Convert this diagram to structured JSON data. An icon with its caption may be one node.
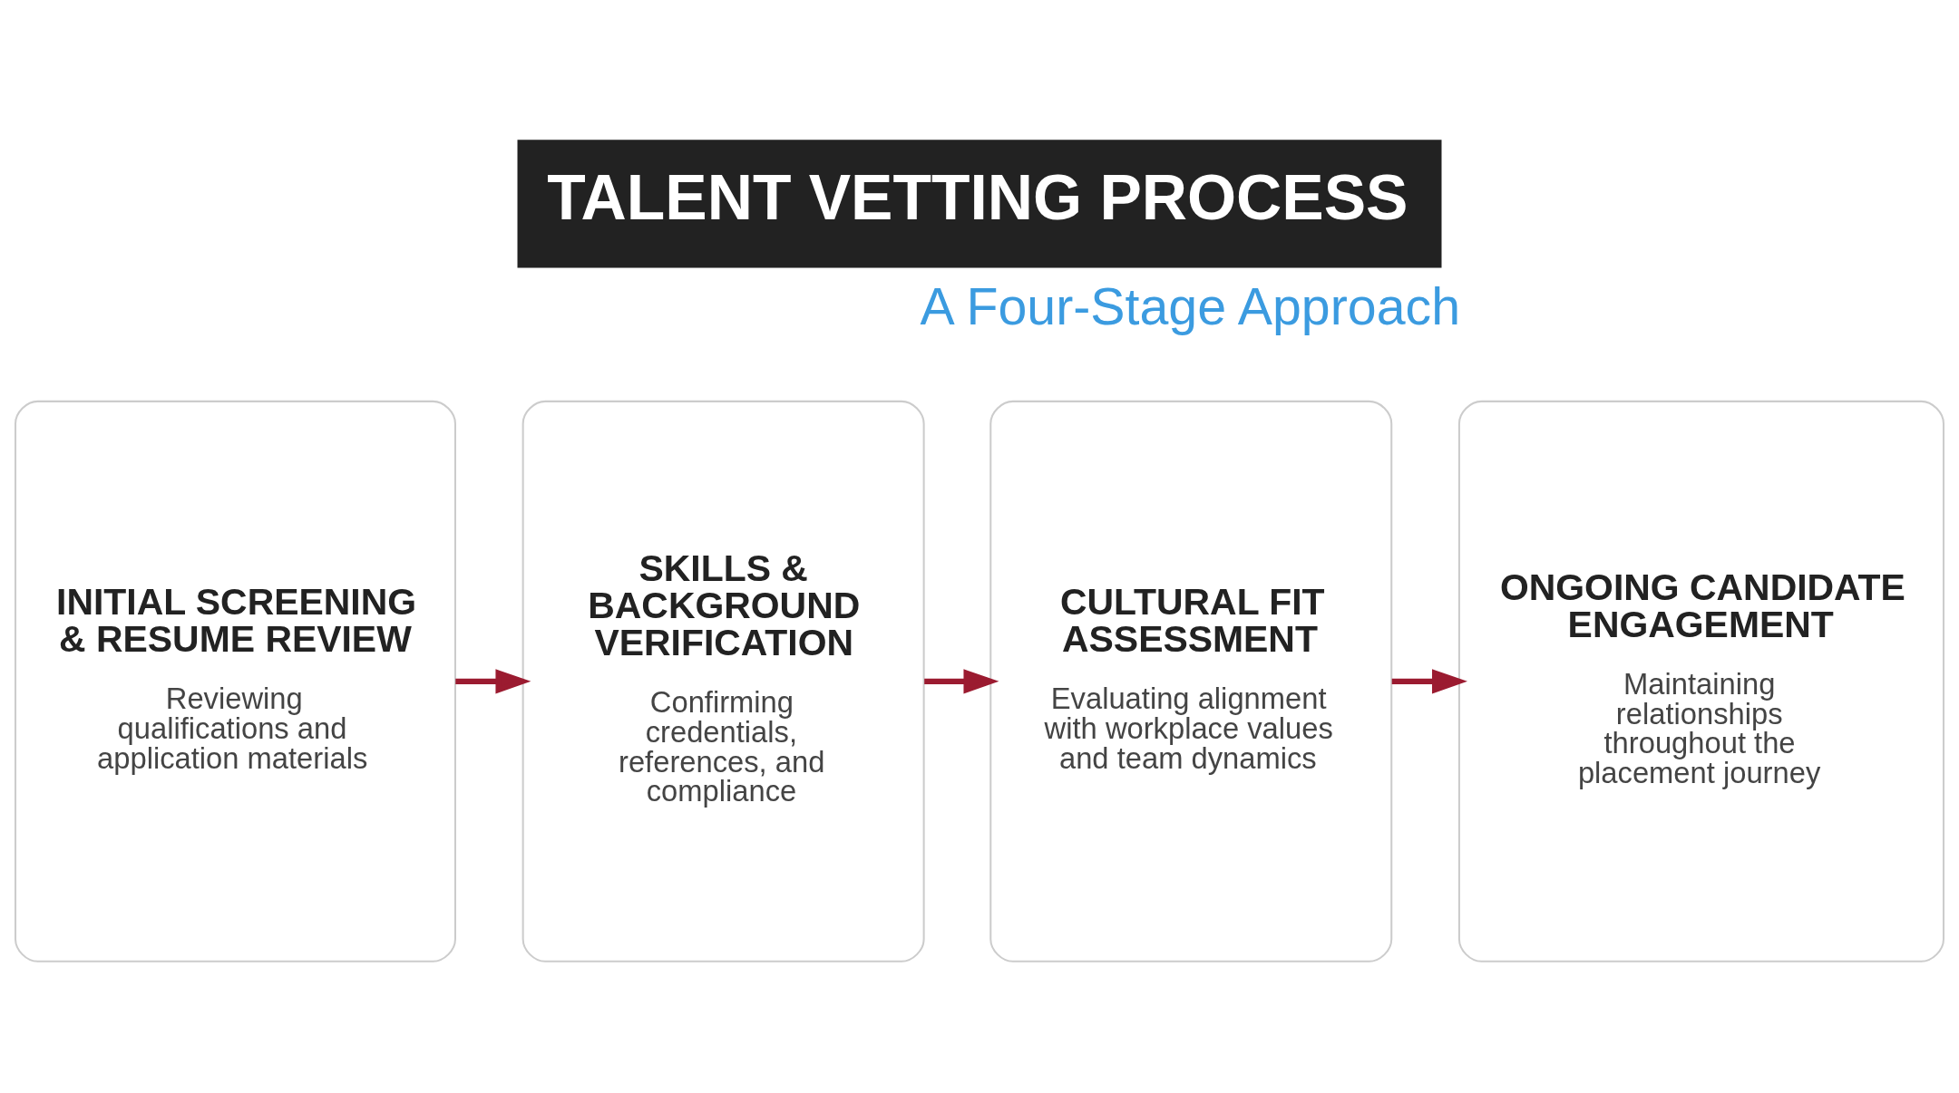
{
  "diagram": {
    "title": "TALENT VETTING PROCESS",
    "nodes": [
      {
        "text": [
          "INITIAL SCREENING & RESUME REVIEW",
          "Reviewing qualifications and application materials"
        ]
      },
      {
        "text": [
          "SKILLS & BACKGROUND VERIFICATION",
          "Confirming credentials, references, and compliance"
        ]
      },
      {
        "text": [
          "CULTURAL FIT ASSESSMENT",
          "Evaluating alignment with workplace values and team dynamics"
        ]
      },
      {
        "text": [
          "ONGOING CANDIDATE ENGAGEMENT",
          "Maintaining relationships throughout the placement journey"
        ]
      }
    ],
    "edges": [
      {
        "from": 0,
        "to": 1,
        "arrow": "to",
        "color": "#9b1b30"
      },
      {
        "from": 1,
        "to": 2,
        "arrow": "to",
        "color": "#9b1b30"
      },
      {
        "from": 2,
        "to": 3,
        "arrow": "to",
        "color": "#9b1b30"
      }
    ],
    "labels": [
      "A Four-Stage Approach"
    ]
  }
}
